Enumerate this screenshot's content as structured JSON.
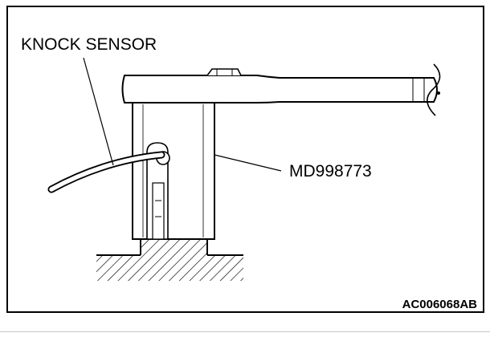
{
  "figure": {
    "label_sensor": "KNOCK SENSOR",
    "label_tool": "MD998773",
    "figure_code": "AC006068AB"
  },
  "colors": {
    "ink": "#000000",
    "paper": "#ffffff",
    "rule": "#c8c8c8"
  }
}
